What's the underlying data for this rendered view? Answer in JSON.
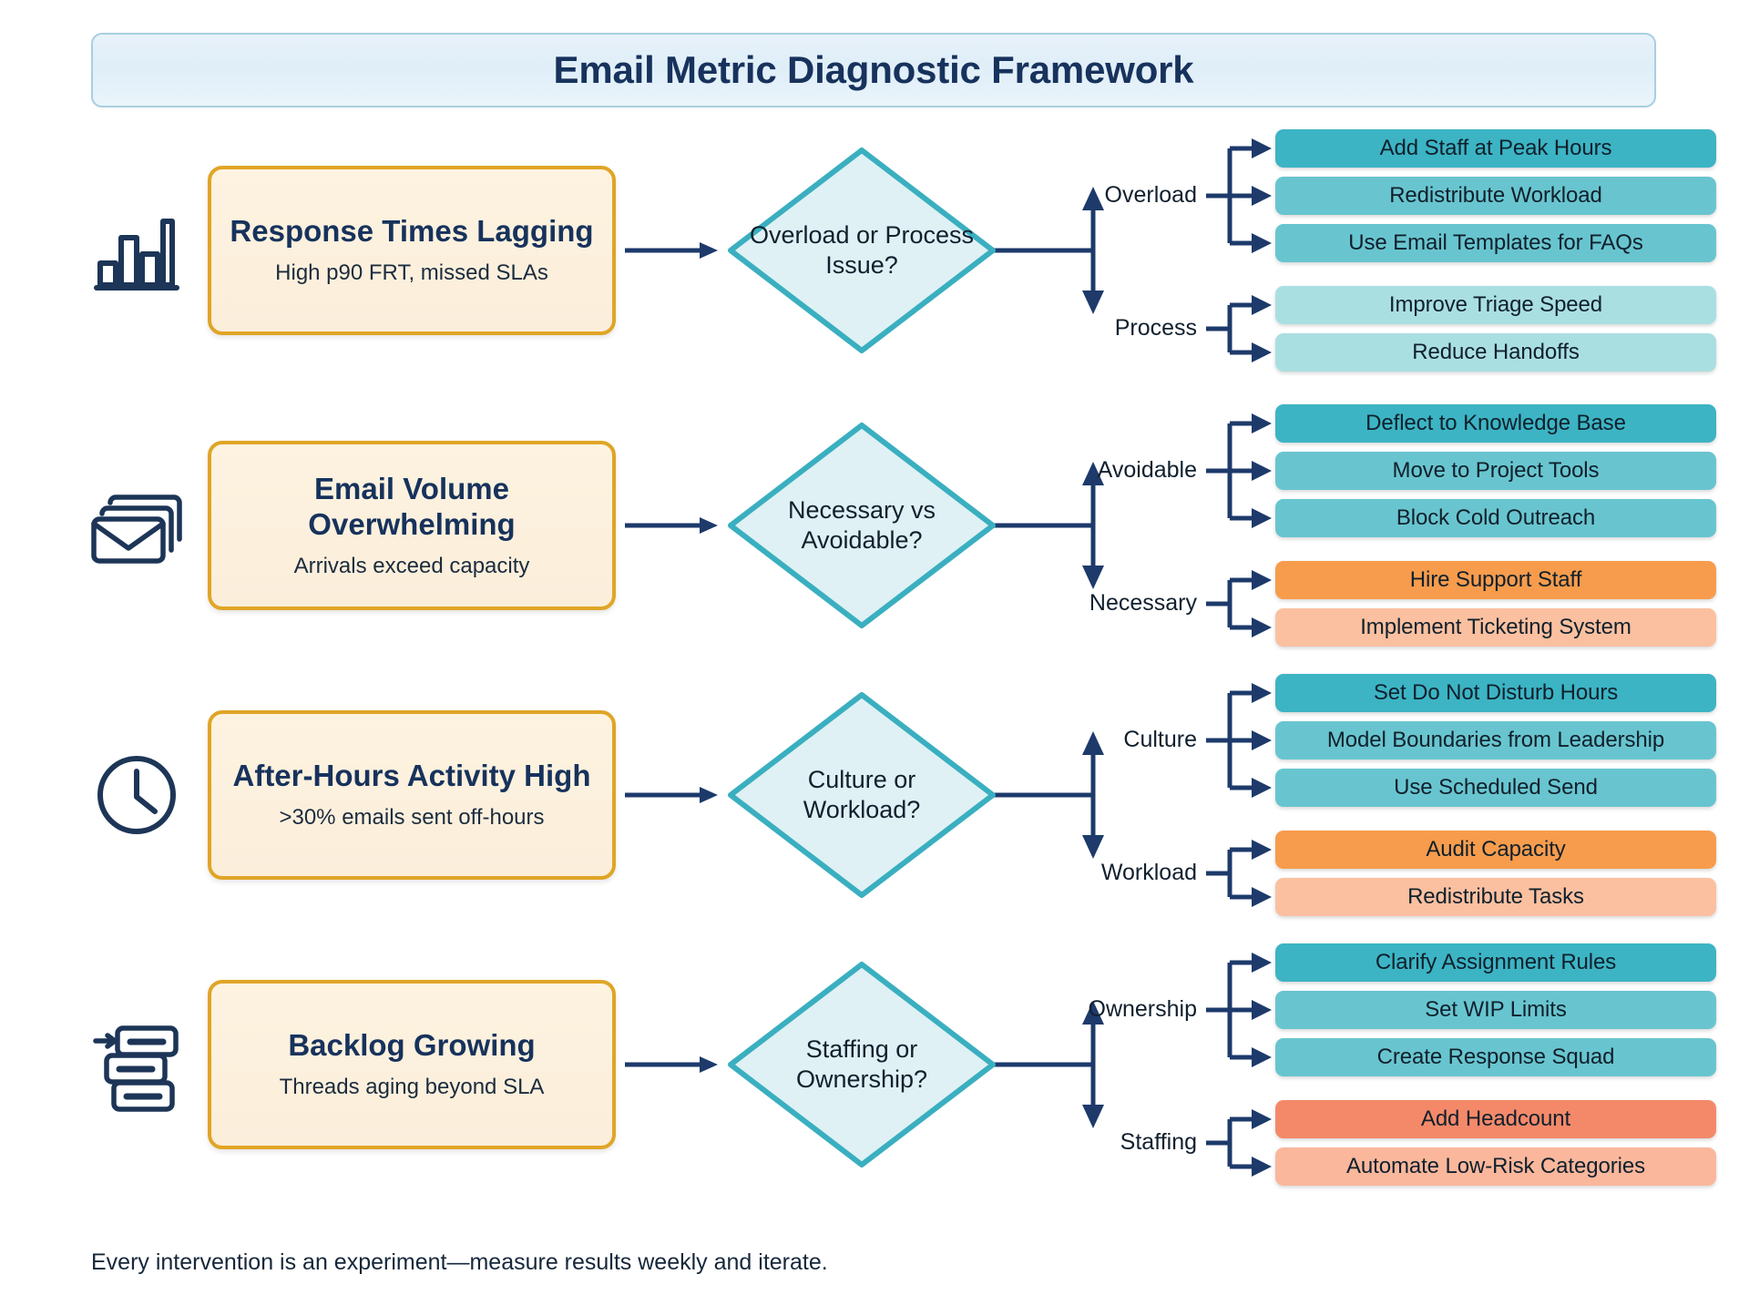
{
  "header": {
    "title": "Email Metric Diagnostic Framework"
  },
  "footer": {
    "note": "Every intervention is an experiment—measure results weekly and iterate."
  },
  "palette": {
    "card_border": "#e0a526",
    "card_fill": "#fdf3e0",
    "diamond_border": "#3aafc0",
    "diamond_fill": "#dff1f4",
    "arrow": "#1d3a6b",
    "icon": "#1d3557",
    "teal_dark": "#3cb4c4",
    "teal_mid": "#68c5cf",
    "teal_light": "#aadfe2",
    "orange_dark": "#f79c4c",
    "orange_light": "#fbc0a0",
    "coral_dark": "#f4896a",
    "coral_light": "#fab79c",
    "title_text": "#17325c",
    "banner_fill": "#e8f2fa",
    "banner_border": "#a8cfe0"
  },
  "rows": [
    {
      "icon": "bar-chart-icon",
      "problem": {
        "title": "Response Times Lagging",
        "subtitle": "High p90 FRT, missed SLAs"
      },
      "decision": "Overload or Process Issue?",
      "branches": [
        {
          "label": "Overload",
          "actions": [
            {
              "text": "Add Staff at Peak Hours",
              "color": "#3cb4c4"
            },
            {
              "text": "Redistribute Workload",
              "color": "#68c5cf"
            },
            {
              "text": "Use Email Templates for FAQs",
              "color": "#68c5cf"
            }
          ]
        },
        {
          "label": "Process",
          "actions": [
            {
              "text": "Improve Triage Speed",
              "color": "#aadfe2"
            },
            {
              "text": "Reduce Handoffs",
              "color": "#aadfe2"
            }
          ]
        }
      ]
    },
    {
      "icon": "stacked-envelopes-icon",
      "problem": {
        "title": "Email Volume Overwhelming",
        "subtitle": "Arrivals exceed capacity"
      },
      "decision": "Necessary vs Avoidable?",
      "branches": [
        {
          "label": "Avoidable",
          "actions": [
            {
              "text": "Deflect to Knowledge Base",
              "color": "#3cb4c4"
            },
            {
              "text": "Move to Project Tools",
              "color": "#68c5cf"
            },
            {
              "text": "Block Cold Outreach",
              "color": "#68c5cf"
            }
          ]
        },
        {
          "label": "Necessary",
          "actions": [
            {
              "text": "Hire Support Staff",
              "color": "#f79c4c"
            },
            {
              "text": "Implement Ticketing System",
              "color": "#fbc0a0"
            }
          ]
        }
      ]
    },
    {
      "icon": "clock-icon",
      "problem": {
        "title": "After-Hours Activity High",
        "subtitle": ">30% emails sent off-hours"
      },
      "decision": "Culture or Workload?",
      "branches": [
        {
          "label": "Culture",
          "actions": [
            {
              "text": "Set Do Not Disturb Hours",
              "color": "#3cb4c4"
            },
            {
              "text": "Model Boundaries from Leadership",
              "color": "#68c5cf"
            },
            {
              "text": "Use Scheduled Send",
              "color": "#68c5cf"
            }
          ]
        },
        {
          "label": "Workload",
          "actions": [
            {
              "text": "Audit Capacity",
              "color": "#f79c4c"
            },
            {
              "text": "Redistribute Tasks",
              "color": "#fbc0a0"
            }
          ]
        }
      ]
    },
    {
      "icon": "backlog-queue-icon",
      "problem": {
        "title": "Backlog Growing",
        "subtitle": "Threads aging beyond SLA"
      },
      "decision": "Staffing or Ownership?",
      "branches": [
        {
          "label": "Ownership",
          "actions": [
            {
              "text": "Clarify Assignment Rules",
              "color": "#3cb4c4"
            },
            {
              "text": "Set WIP Limits",
              "color": "#68c5cf"
            },
            {
              "text": "Create Response Squad",
              "color": "#68c5cf"
            }
          ]
        },
        {
          "label": "Staffing",
          "actions": [
            {
              "text": "Add Headcount",
              "color": "#f4896a"
            },
            {
              "text": "Automate Low-Risk Categories",
              "color": "#fab79c"
            }
          ]
        }
      ]
    }
  ]
}
